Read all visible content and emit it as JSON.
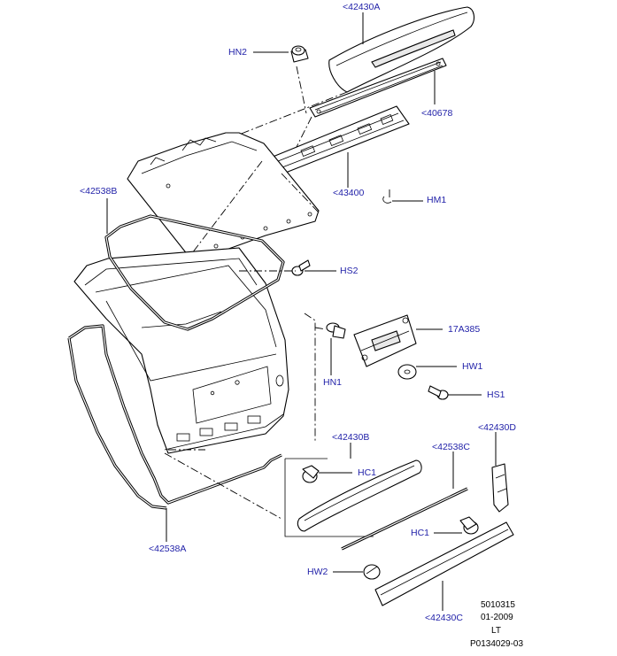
{
  "labels": {
    "l42430A": "<42430A",
    "l40678": "<40678",
    "lHN2": "HN2",
    "l42538B": "<42538B",
    "l43400": "<43400",
    "lHM1": "HM1",
    "lHS2": "HS2",
    "l17A385": "17A385",
    "lHN1": "HN1",
    "lHW1": "HW1",
    "lHS1": "HS1",
    "l42430B": "<42430B",
    "lHC1a": "HC1",
    "l42538C": "<42538C",
    "l42430D": "<42430D",
    "lHC1b": "HC1",
    "l42538A": "<42538A",
    "lHW2": "HW2",
    "l42430C": "<42430C"
  },
  "footer": {
    "code": "5010315",
    "date": "01-2009",
    "side": "LT",
    "ref": "P0134029-03"
  },
  "colors": {
    "label": "#1f1fa8",
    "line": "#000000"
  }
}
